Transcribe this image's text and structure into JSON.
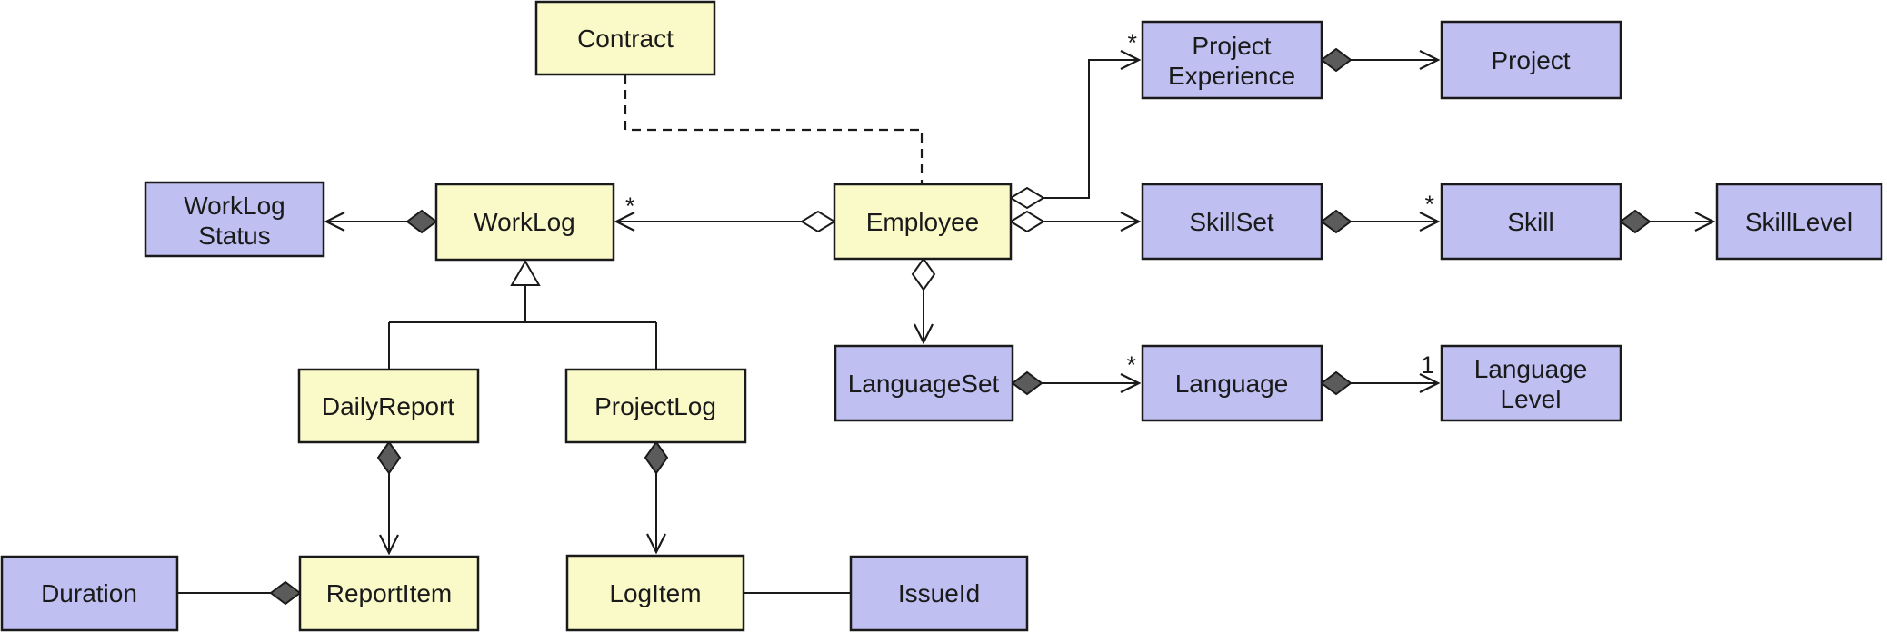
{
  "diagram": {
    "kind": "uml-class-diagram",
    "colors": {
      "class_fill_yellow": "#FAFAC8",
      "class_fill_purple": "#BFBFF1",
      "border": "#1A1A1A",
      "line": "#1A1A1A",
      "composition_diamond_fill": "#5B5B5B",
      "background": "#FFFFFF"
    },
    "nodes": {
      "contract": {
        "label": "Contract",
        "color": "yellow"
      },
      "worklog_status": {
        "line1": "WorkLog",
        "line2": "Status",
        "color": "purple"
      },
      "worklog": {
        "label": "WorkLog",
        "color": "yellow"
      },
      "employee": {
        "label": "Employee",
        "color": "yellow"
      },
      "project_experience": {
        "line1": "Project",
        "line2": "Experience",
        "color": "purple"
      },
      "project": {
        "label": "Project",
        "color": "purple"
      },
      "skillset": {
        "label": "SkillSet",
        "color": "purple"
      },
      "skill": {
        "label": "Skill",
        "color": "purple"
      },
      "skilllevel": {
        "label": "SkillLevel",
        "color": "purple"
      },
      "languageset": {
        "label": "LanguageSet",
        "color": "purple"
      },
      "language": {
        "label": "Language",
        "color": "purple"
      },
      "languagelevel": {
        "line1": "Language",
        "line2": "Level",
        "color": "purple"
      },
      "dailyreport": {
        "label": "DailyReport",
        "color": "yellow"
      },
      "projectlog": {
        "label": "ProjectLog",
        "color": "yellow"
      },
      "duration": {
        "label": "Duration",
        "color": "purple"
      },
      "reportitem": {
        "label": "ReportItem",
        "color": "yellow"
      },
      "logitem": {
        "label": "LogItem",
        "color": "yellow"
      },
      "issueid": {
        "label": "IssueId",
        "color": "purple"
      }
    },
    "edges": [
      {
        "from": "Contract",
        "to": "Employee",
        "type": "dependency-dashed",
        "multiplicity": ""
      },
      {
        "from": "WorkLog",
        "to": "WorkLogStatus",
        "type": "composition-arrow",
        "multiplicity": ""
      },
      {
        "from": "Employee",
        "to": "WorkLog",
        "type": "aggregation-arrow",
        "multiplicity": "*"
      },
      {
        "from": "Employee",
        "to": "ProjectExperience",
        "type": "aggregation-arrow",
        "multiplicity": "*"
      },
      {
        "from": "Employee",
        "to": "SkillSet",
        "type": "aggregation-arrow",
        "multiplicity": ""
      },
      {
        "from": "Employee",
        "to": "LanguageSet",
        "type": "aggregation-arrow",
        "multiplicity": ""
      },
      {
        "from": "ProjectExperience",
        "to": "Project",
        "type": "composition-arrow",
        "multiplicity": ""
      },
      {
        "from": "SkillSet",
        "to": "Skill",
        "type": "composition-arrow",
        "multiplicity": "*"
      },
      {
        "from": "Skill",
        "to": "SkillLevel",
        "type": "composition-arrow",
        "multiplicity": ""
      },
      {
        "from": "LanguageSet",
        "to": "Language",
        "type": "composition-arrow",
        "multiplicity": "*"
      },
      {
        "from": "Language",
        "to": "LanguageLevel",
        "type": "composition-arrow",
        "multiplicity": "1"
      },
      {
        "from": "DailyReport",
        "to": "WorkLog",
        "type": "generalization",
        "multiplicity": ""
      },
      {
        "from": "ProjectLog",
        "to": "WorkLog",
        "type": "generalization",
        "multiplicity": ""
      },
      {
        "from": "ReportItem",
        "to": "Duration",
        "type": "composition",
        "multiplicity": ""
      },
      {
        "from": "DailyReport",
        "to": "ReportItem",
        "type": "composition-arrow",
        "multiplicity": ""
      },
      {
        "from": "ProjectLog",
        "to": "LogItem",
        "type": "composition-arrow",
        "multiplicity": ""
      },
      {
        "from": "LogItem",
        "to": "IssueId",
        "type": "association",
        "multiplicity": ""
      }
    ]
  }
}
